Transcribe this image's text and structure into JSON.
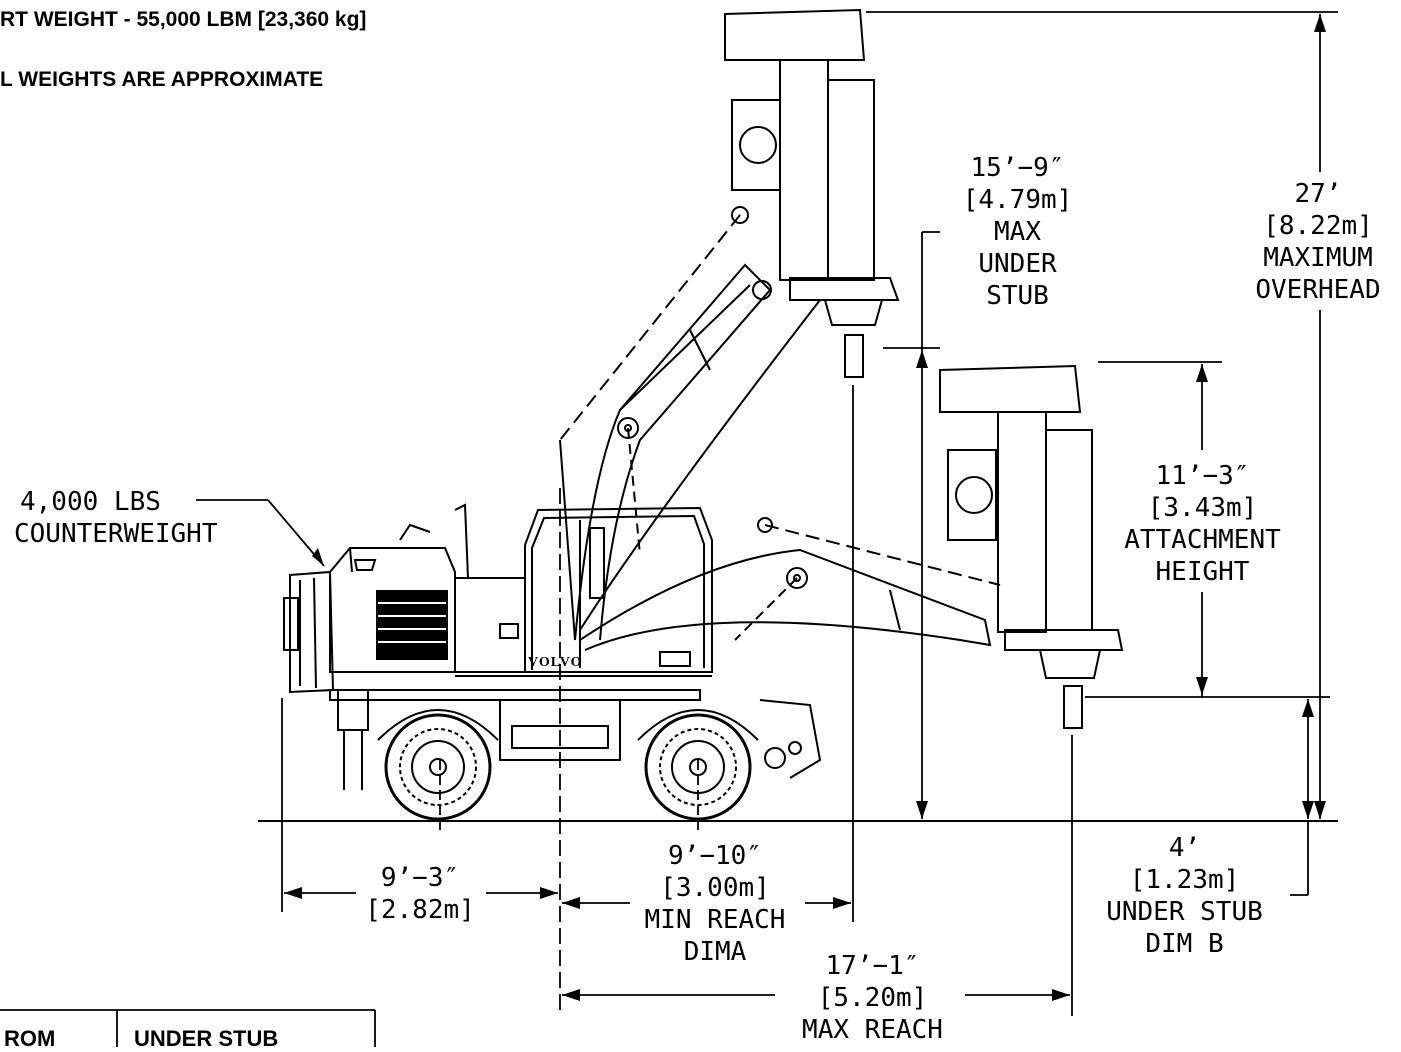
{
  "notes": {
    "transport_weight": "RT WEIGHT - 55,000 LBM [23,360 kg]",
    "weights_note": "L WEIGHTS ARE APPROXIMATE"
  },
  "dimensions": {
    "max_under_stub": {
      "imperial": "15’−9″",
      "metric": "[4.79m]",
      "label1": "MAX",
      "label2": "UNDER",
      "label3": "STUB"
    },
    "max_overhead": {
      "imperial": "27’",
      "metric": "[8.22m]",
      "label1": "MAXIMUM",
      "label2": "OVERHEAD"
    },
    "attachment_height": {
      "imperial": "11’−3″",
      "metric": "[3.43m]",
      "label1": "ATTACHMENT",
      "label2": "HEIGHT"
    },
    "counterweight": {
      "line1": "4,000 LBS",
      "line2": "COUNTERWEIGHT"
    },
    "rear_reach": {
      "imperial": "9’−3″",
      "metric": "[2.82m]"
    },
    "min_reach": {
      "imperial": "9’−10″",
      "metric": "[3.00m]",
      "label1": "MIN REACH",
      "label2": "DIMA"
    },
    "under_stub_b": {
      "imperial": "4’",
      "metric": "[1.23m]",
      "label1": "UNDER STUB",
      "label2": "DIM B"
    },
    "max_reach": {
      "imperial": "17’−1″",
      "metric": "[5.20m]",
      "label1": "MAX REACH"
    }
  },
  "machine": {
    "brand": "VOLVO"
  },
  "table": {
    "col1_header": "ROM",
    "col2_header": "UNDER STUB"
  }
}
